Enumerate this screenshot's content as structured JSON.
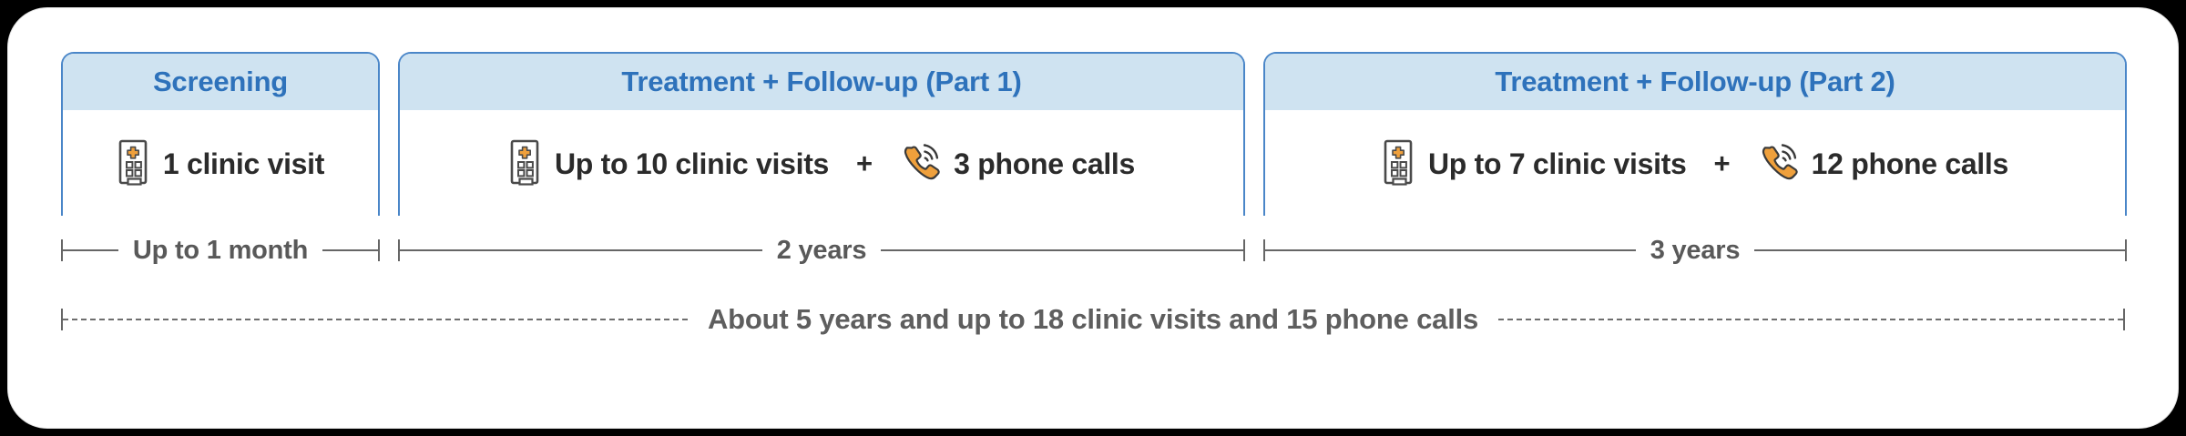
{
  "theme": {
    "card_bg": "#ffffff",
    "panel_border": "#4a86c8",
    "panel_header_bg": "#cfe3f1",
    "panel_header_text": "#2e72bb",
    "body_text": "#2b2b2b",
    "timeline_line": "#666666",
    "timeline_text": "#595959",
    "icon_accent": "#efa03c",
    "icon_outline": "#4a4a4a"
  },
  "panels": [
    {
      "title": "Screening",
      "items": [
        {
          "icon": "clinic-building-icon",
          "label": "1 clinic visit"
        }
      ],
      "separator": ""
    },
    {
      "title": "Treatment + Follow-up (Part 1)",
      "items": [
        {
          "icon": "clinic-building-icon",
          "label": "Up to 10 clinic visits"
        },
        {
          "icon": "phone-call-icon",
          "label": "3 phone calls"
        }
      ],
      "separator": "+"
    },
    {
      "title": "Treatment + Follow-up (Part 2)",
      "items": [
        {
          "icon": "clinic-building-icon",
          "label": "Up to 7 clinic visits"
        },
        {
          "icon": "phone-call-icon",
          "label": "12 phone calls"
        }
      ],
      "separator": "+"
    }
  ],
  "timeline": {
    "segments": [
      {
        "label": "Up to 1 month"
      },
      {
        "label": "2 years"
      },
      {
        "label": "3 years"
      }
    ]
  },
  "total": {
    "label": "About 5 years and up to 18 clinic visits and 15 phone calls"
  }
}
